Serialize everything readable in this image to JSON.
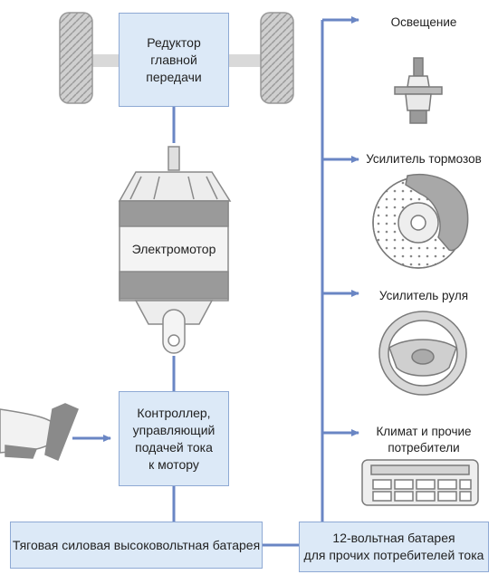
{
  "boxes": {
    "reducer": "Редуктор\nглавной\nпередачи",
    "controller": "Контроллер,\nуправляющий\nподачей тока\nк мотору",
    "hv_battery": "Тяговая силовая высоковольтная батарея",
    "lv_battery": "12-вольтная батарея\nдля прочих потребителей тока"
  },
  "motor_label": "Электромотор",
  "consumers": {
    "lighting": "Освещение",
    "brake_booster": "Усилитель тормозов",
    "power_steering": "Усилитель руля",
    "climate": "Климат и прочие\nпотребители"
  },
  "colors": {
    "box_fill": "#dce9f7",
    "box_border": "#8ea9d4",
    "connector": "#6a86c4",
    "device_gray": "#8a8a8a",
    "device_light": "#e6e6e6"
  },
  "icons": [
    "wheel-icon",
    "electric-motor-icon",
    "pedal-foot-icon",
    "headlight-bulb-icon",
    "brake-disc-icon",
    "steering-wheel-icon",
    "climate-panel-icon"
  ]
}
